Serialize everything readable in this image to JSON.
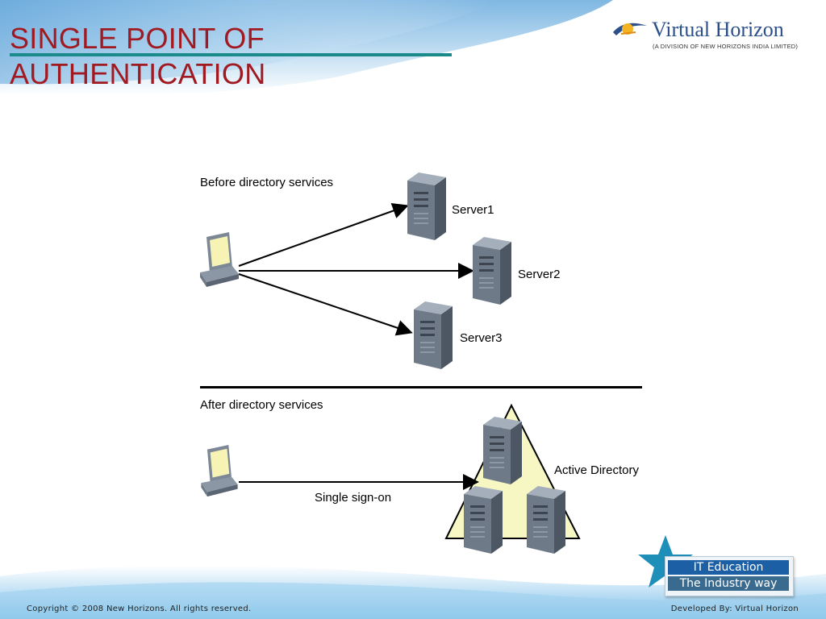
{
  "slide": {
    "title": "SINGLE POINT OF AUTHENTICATION"
  },
  "logo": {
    "name": "Virtual Horizon",
    "subtitle": "(A DIVISION OF NEW HORIZONS INDIA LIMITED)",
    "icon": "swoosh-star-icon",
    "color": "#2a4f8a"
  },
  "diagram": {
    "before_label": "Before directory services",
    "after_label": "After directory services",
    "servers": [
      "Server1",
      "Server2",
      "Server3"
    ],
    "active_directory_label": "Active Directory",
    "sso_label": "Single sign-on",
    "icons": [
      "workstation-icon",
      "server-icon"
    ],
    "triangle_color": "#f7f7c4"
  },
  "badge": {
    "line1": "IT Education",
    "line2": "The Industry way",
    "icon": "star-icon",
    "color": "#1d5fa5"
  },
  "footer": {
    "copyright": "Copyright © 2008 New Horizons. All rights reserved.",
    "developed_by": "Developed By: Virtual Horizon"
  }
}
